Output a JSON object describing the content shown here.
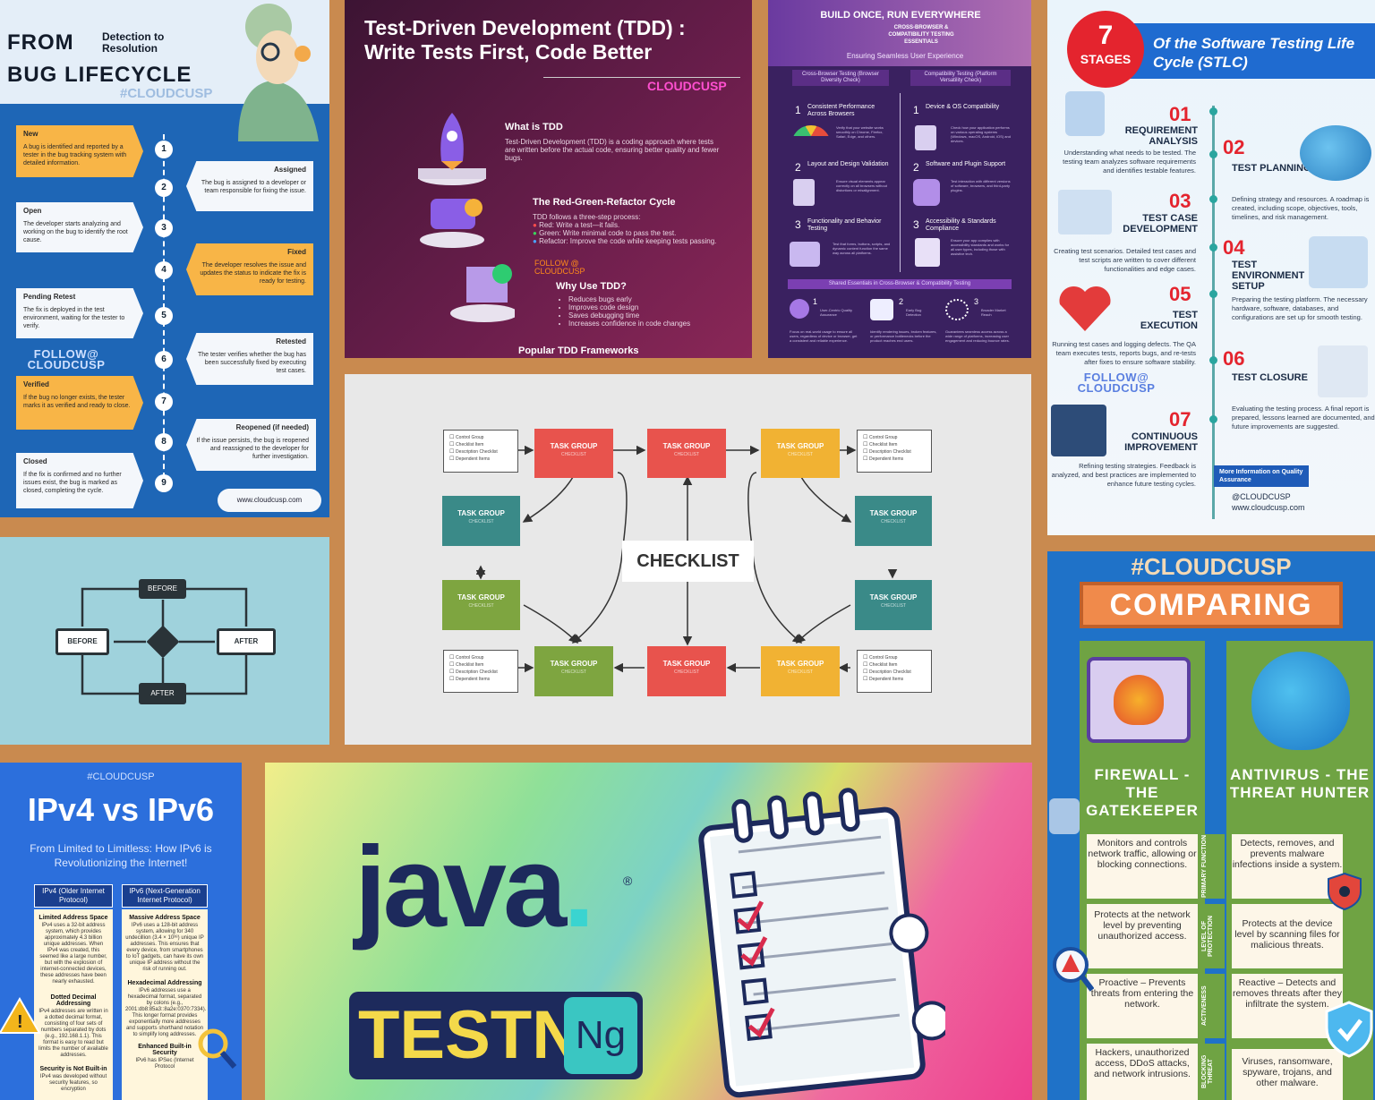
{
  "bug": {
    "title_from": "FROM",
    "title_detection": "Detection to",
    "title_resolution": "Resolution",
    "title_bug": "BUG LIFECYCLE",
    "hashtag": "#CLOUDCUSP",
    "follow": "FOLLOW@",
    "follow_brand": "CLOUDCUSP",
    "site": "www.cloudcusp.com",
    "numbers": [
      "1",
      "2",
      "3",
      "4",
      "5",
      "6",
      "7",
      "8",
      "9"
    ],
    "steps": [
      {
        "title": "New",
        "text": "A bug is identified and reported by a tester in the bug tracking system with detailed information."
      },
      {
        "title": "Assigned",
        "text": "The bug is assigned to a developer or team responsible for fixing the issue."
      },
      {
        "title": "Open",
        "text": "The developer starts analyzing and working on the bug to identify the root cause."
      },
      {
        "title": "Fixed",
        "text": "The developer resolves the issue and updates the status to indicate the fix is ready for testing."
      },
      {
        "title": "Pending Retest",
        "text": "The fix is deployed in the test environment, waiting for the tester to verify."
      },
      {
        "title": "Retested",
        "text": "The tester verifies whether the bug has been successfully fixed by executing test cases."
      },
      {
        "title": "Verified",
        "text": "If the bug no longer exists, the tester marks it as verified and ready to close."
      },
      {
        "title": "Reopened (if needed)",
        "text": "If the issue persists, the bug is reopened and reassigned to the developer for further investigation."
      },
      {
        "title": "Closed",
        "text": "If the fix is confirmed and no further issues exist, the bug is marked as closed, completing the cycle."
      }
    ]
  },
  "tdd": {
    "title": "Test-Driven Development (TDD) : Write Tests First, Code Better",
    "brand": "CLOUDCUSP",
    "what_title": "What is TDD",
    "what_text": "Test-Driven Development (TDD) is a coding approach where tests are written before the actual code, ensuring better quality and fewer bugs.",
    "cycle_title": "The Red-Green-Refactor Cycle",
    "cycle_intro": "TDD follows a three-step process:",
    "cycle_items": [
      "Red: Write a test—it fails.",
      "Green: Write minimal code to pass the test.",
      "Refactor: Improve the code while keeping tests passing."
    ],
    "follow": "FOLLOW @",
    "follow_brand": "CLOUDCUSP",
    "why_title": "Why Use TDD?",
    "why_items": [
      "Reduces bugs early",
      "Improves code design",
      "Saves debugging time",
      "Increases confidence in code changes"
    ],
    "frameworks_title": "Popular TDD Frameworks"
  },
  "cb": {
    "heading": "BUILD ONCE, RUN EVERYWHERE",
    "sub": "CROSS-BROWSER & COMPATIBILITY TESTING ESSENTIALS",
    "tagline": "Ensuring Seamless User Experience",
    "left_head": "Cross-Browser Testing (Browser Diversity Check)",
    "right_head": "Compatibility Testing (Platform Versatility Check)",
    "left": [
      {
        "n": "1",
        "title": "Consistent Performance Across Browsers",
        "text": "Verify that your website works smoothly on Chrome, Firefox, Safari, Edge, and others."
      },
      {
        "n": "2",
        "title": "Layout and Design Validation",
        "text": "Ensure visual elements appear correctly on all browsers without distortions or misalignment."
      },
      {
        "n": "3",
        "title": "Functionality and Behavior Testing",
        "text": "Test that forms, buttons, scripts, and dynamic content function the same way across all platforms."
      }
    ],
    "right": [
      {
        "n": "1",
        "title": "Device & OS Compatibility",
        "text": "Check how your application performs on various operating systems (Windows, macOS, Android, iOS) and devices."
      },
      {
        "n": "2",
        "title": "Software and Plugin Support",
        "text": "Test interaction with different versions of software, browsers, and third-party plugins."
      },
      {
        "n": "3",
        "title": "Accessibility & Standards Compliance",
        "text": "Ensure your app complies with accessibility standards and works for all user types, including those with assistive tech."
      }
    ],
    "shared": "Shared Essentials in Cross-Browser & Compatibility Testing",
    "bottom": [
      {
        "n": "1",
        "title": "User-Centric Quality Assurance",
        "text": "Focus on real-world usage to ensure all users, regardless of device or browser, get a consistent and reliable experience."
      },
      {
        "n": "2",
        "title": "Early Bug Detection",
        "text": "Identify rendering issues, broken features, or performance bottlenecks before the product reaches end users."
      },
      {
        "n": "3",
        "title": "Broader Market Reach",
        "text": "Guarantees seamless access across a wide range of platforms, increasing user engagement and reducing bounce rates."
      }
    ]
  },
  "stlc": {
    "badge_num": "7",
    "badge_word": "STAGES",
    "title": "Of the Software Testing Life Cycle (STLC)",
    "stages": [
      {
        "n": "01",
        "name": "REQUIREMENT ANALYSIS",
        "text": "Understanding what needs to be tested. The testing team analyzes software requirements and identifies testable features."
      },
      {
        "n": "02",
        "name": "TEST PLANNING",
        "text": "Defining strategy and resources. A roadmap is created, including scope, objectives, tools, timelines, and risk management."
      },
      {
        "n": "03",
        "name": "TEST CASE DEVELOPMENT",
        "text": "Creating test scenarios. Detailed test cases and test scripts are written to cover different functionalities and edge cases."
      },
      {
        "n": "04",
        "name": "TEST ENVIRONMENT SETUP",
        "text": "Preparing the testing platform. The necessary hardware, software, databases, and configurations are set up for smooth testing."
      },
      {
        "n": "05",
        "name": "TEST EXECUTION",
        "text": "Running test cases and logging defects. The QA team executes tests, reports bugs, and re-tests after fixes to ensure software stability."
      },
      {
        "n": "06",
        "name": "TEST CLOSURE",
        "text": "Evaluating the testing process. A final report is prepared, lessons learned are documented, and future improvements are suggested."
      },
      {
        "n": "07",
        "name": "CONTINUOUS IMPROVEMENT",
        "text": "Refining testing strategies. Feedback is analyzed, and best practices are implemented to enhance future testing cycles."
      }
    ],
    "follow": "FOLLOW@",
    "follow_brand": "CLOUDCUSP",
    "more": "More Information on Quality Assurance",
    "handle": "@CLOUDCUSP",
    "site": "www.cloudcusp.com"
  },
  "ba": {
    "top": "BEFORE",
    "left": "BEFORE",
    "right": "AFTER",
    "bottom": "AFTER"
  },
  "ck": {
    "center": "CHECKLIST",
    "group_label": "TASK GROUP",
    "group_sub": "CHECKLIST",
    "list_items": [
      "Control Group",
      "Checklist Item",
      "Description Checklist",
      "Dependent Items"
    ]
  },
  "ip": {
    "hashtag": "#CLOUDCUSP",
    "title": "IPv4 vs IPv6",
    "subtitle": "From Limited to Limitless: How IPv6 is Revolutionizing the Internet!",
    "left_head": "IPv4 (Older Internet Protocol)",
    "right_head": "IPv6 (Next-Generation Internet Protocol)",
    "left": [
      {
        "title": "Limited Address Space",
        "text": "IPv4 uses a 32-bit address system, which provides approximately 4.3 billion unique addresses. When IPv4 was created, this seemed like a large number, but with the explosion of internet-connected devices, these addresses have been nearly exhausted."
      },
      {
        "title": "Dotted Decimal Addressing",
        "text": "IPv4 addresses are written in a dotted decimal format, consisting of four sets of numbers separated by dots (e.g., 192.168.1.1). This format is easy to read but limits the number of available addresses."
      },
      {
        "title": "Security is Not Built-in",
        "text": "IPv4 was developed without security features, so encryption"
      }
    ],
    "right": [
      {
        "title": "Massive Address Space",
        "text": "IPv6 uses a 128-bit address system, allowing for 340 undecillion (3.4 × 10³⁸) unique IP addresses. This ensures that every device, from smartphones to IoT gadgets, can have its own unique IP address without the risk of running out."
      },
      {
        "title": "Hexadecimal Addressing",
        "text": "IPv6 addresses use a hexadecimal format, separated by colons (e.g., 2001:db8:85a3::8a2e:0370:7334). This longer format provides exponentially more addresses and supports shorthand notation to simplify long addresses."
      },
      {
        "title": "Enhanced Built-in Security",
        "text": "IPv6 has IPSec (Internet Protocol"
      }
    ]
  },
  "jv": {
    "java": "java",
    "reg": "®",
    "testn": "TESTN",
    "ng": "Ng"
  },
  "cp": {
    "hashtag": "#CLOUDCUSP",
    "title": "COMPARING",
    "left_head": "FIREWALL - THE GATEKEEPER",
    "right_head": "ANTIVIRUS - THE THREAT HUNTER",
    "rows": [
      {
        "label": "PRIMARY FUNCTION",
        "left": "Monitors and controls network traffic, allowing or blocking connections.",
        "right": "Detects, removes, and prevents malware infections inside a system."
      },
      {
        "label": "LEVEL OF PROTECTION",
        "left": "Protects at the network level by preventing unauthorized access.",
        "right": "Protects at the device level by scanning files for malicious threats."
      },
      {
        "label": "ACTIVENESS",
        "left": "Proactive – Prevents threats from entering the network.",
        "right": "Reactive – Detects and removes threats after they infiltrate the system."
      },
      {
        "label": "BLOCKING THREAT",
        "left": "Hackers, unauthorized access, DDoS attacks, and network intrusions.",
        "right": "Viruses, ransomware, spyware, trojans, and other malware."
      }
    ]
  }
}
